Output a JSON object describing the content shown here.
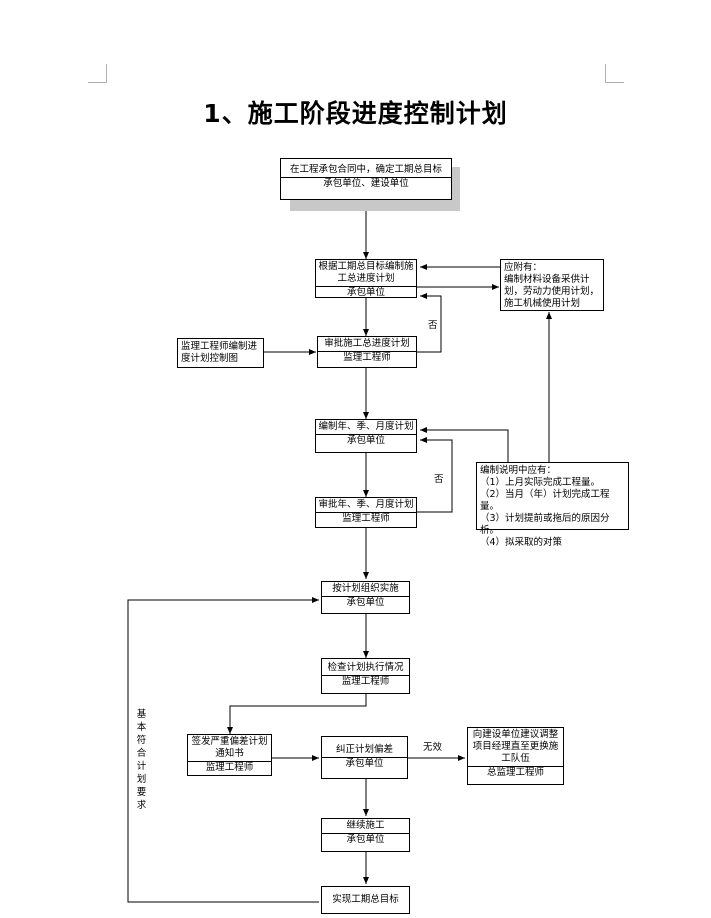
{
  "title": "1、施工阶段进度控制计划",
  "nodes": {
    "contract": {
      "main": "在工程承包合同中，确定工期总目标",
      "sub": "承包单位、建设单位"
    },
    "compile_total": {
      "main": "根据工期总目标编制施工总进度计划",
      "sub": "承包单位"
    },
    "should_have": {
      "lines": [
        "应附有：",
        "编制材料设备采供计划，劳动力使用计划，施工机械使用计划"
      ]
    },
    "supervisor_chart": {
      "text": "监理工程师编制进度计划控制图"
    },
    "approve_total": {
      "main": "审批施工总进度计划",
      "sub": "监理工程师"
    },
    "compile_periodic": {
      "main": "编制年、季、月度计划",
      "sub": "承包单位"
    },
    "explain": {
      "lines": [
        "编制说明中应有：",
        "（1）上月实际完成工程量。",
        "（2）当月（年）计划完成工程量。",
        "（3）计划提前或拖后的原因分析。",
        "（4）拟采取的对策"
      ]
    },
    "approve_periodic": {
      "main": "审批年、季、月度计划",
      "sub": "监理工程师"
    },
    "implement": {
      "main": "按计划组织实施",
      "sub": "承包单位"
    },
    "check": {
      "main": "检查计划执行情况",
      "sub": "监理工程师"
    },
    "notice": {
      "main": "签发严重偏差计划通知书",
      "sub": "监理工程师"
    },
    "correct": {
      "main": "纠正计划偏差",
      "sub": "承包单位"
    },
    "suggest": {
      "main": "向建设单位建议调整项目经理直至更换施工队伍",
      "sub": "总监理工程师"
    },
    "continue": {
      "main": "继续施工",
      "sub": "承包单位"
    },
    "achieve": {
      "main": "实现工期总目标"
    }
  },
  "edge_labels": {
    "no_1": "否",
    "no_2": "否",
    "invalid": "无效",
    "meets_plan": "基本符合计划要求"
  }
}
